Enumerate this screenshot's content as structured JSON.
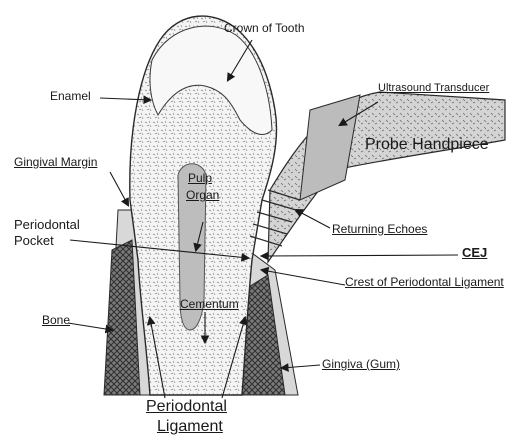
{
  "diagram": {
    "labels": {
      "crown": "Crown of Tooth",
      "enamel": "Enamel",
      "ultrasound": "Ultrasound Transducer",
      "probe": "Probe Handpiece",
      "gingival_margin": "Gingival Margin",
      "pulp_line1": "Pulp",
      "pulp_line2": "Organ",
      "returning": "Returning Echoes",
      "periodontal_pocket_line1": "Periodontal",
      "periodontal_pocket_line2": "Pocket",
      "cej": "CEJ",
      "crest": "Crest of Periodontal Ligament",
      "bone": "Bone",
      "cementum": "Cementum",
      "gingiva": "Gingiva (Gum)",
      "ligament_line1": "Periodontal",
      "ligament_line2": "Ligament"
    },
    "colors": {
      "outline": "#2a2a2a",
      "tooth_fill": "#f2f2f2",
      "pulp_fill": "#bdbdbd",
      "bone_fill": "#6a6a6a",
      "gum_fill": "#d8d8d8",
      "probe_fill": "#cfcfcf"
    }
  }
}
